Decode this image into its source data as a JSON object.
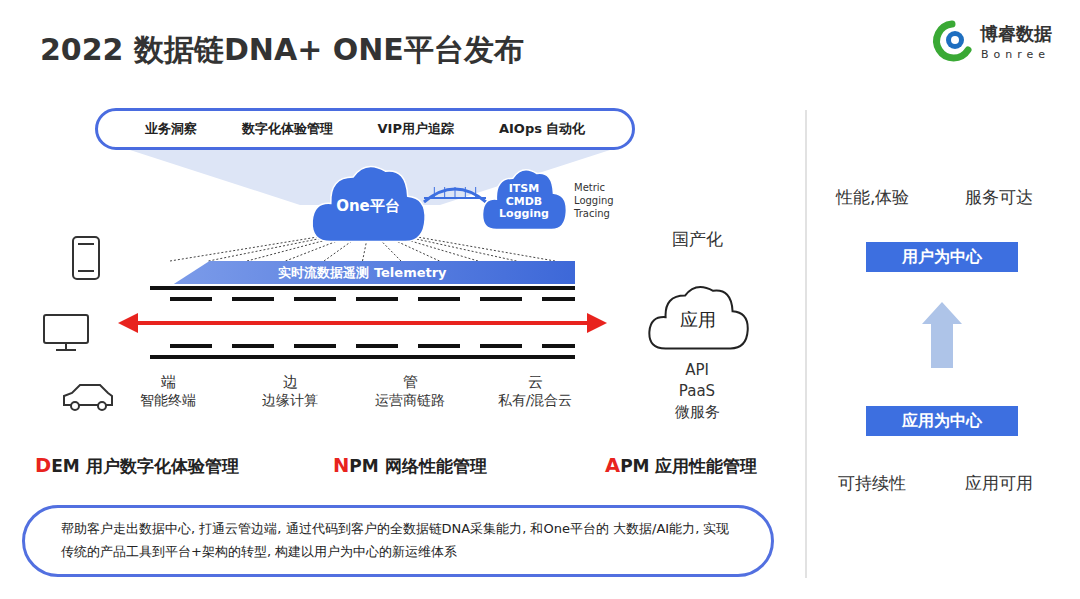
{
  "diagram": {
    "title": "2022 数据链DNA+ ONE平台发布",
    "nodes": [
      {
        "text": [
          "业务洞察",
          "数字化体验管理",
          "VIP用户追踪",
          "AIOps 自动化"
        ]
      },
      {
        "text": [
          "One平台"
        ]
      },
      {
        "text": [
          "ITSM CMDB Logging"
        ]
      },
      {
        "text": [
          "实时流数据遥测 Telemetry"
        ]
      },
      {
        "text": [
          "应用"
        ]
      },
      {
        "text": [
          "帮助客户走出数据中心, 打通云管边端, 通过代码到客户的全数据链DNA采集能力, 和One平台的 大数据/AI能力, 实现传统的产品工具到平台+架构的转型, 构建以用户为中心的新运维体系"
        ]
      },
      {
        "text": [
          "用户为中心"
        ]
      },
      {
        "text": [
          "应用为中心"
        ]
      }
    ],
    "edges": [
      {
        "from": 1,
        "to": 2,
        "arrow": "none"
      },
      {
        "from": 3,
        "to": 1,
        "arrow": "none"
      },
      {
        "from": 7,
        "to": 6,
        "arrow": "to"
      }
    ],
    "labels": [
      "博睿数据",
      "Bonree",
      "Metric Logging Tracing",
      "国产化",
      "端",
      "智能终端",
      "边",
      "边缘计算",
      "管",
      "运营商链路",
      "云",
      "私有/混合云",
      "API",
      "PaaS",
      "微服务",
      "DEM 用户数字化体验管理",
      "NPM 网络性能管理",
      "APM 应用性能管理",
      "性能,体验",
      "服务可达",
      "可持续性",
      "应用可用"
    ]
  }
}
